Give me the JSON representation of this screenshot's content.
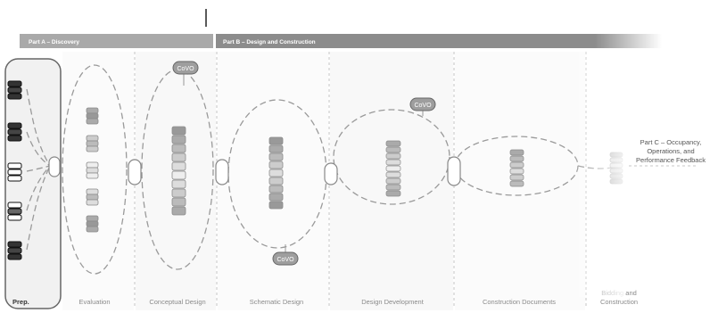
{
  "bands": {
    "part_a": "Part A – Discovery",
    "part_b": "Part B – Design and Construction"
  },
  "prep_label": "Prep.",
  "phases": [
    "Evaluation",
    "Conceptual Design",
    "Schematic Design",
    "Design Development",
    "Construction Documents",
    "Bidding and",
    "Construction"
  ],
  "badges": [
    "CoVO",
    "CoVO",
    "CoVO"
  ],
  "part_c": [
    "Part C – Occupancy,",
    "Operations, and",
    "Performance Feedback"
  ],
  "colors": {
    "band_a": "#a9a9a9",
    "band_b": "#8c8c8c",
    "stack_dark": "#333333",
    "stack_light": "#cfcfcf",
    "dashed_line": "#9a9a9a"
  }
}
